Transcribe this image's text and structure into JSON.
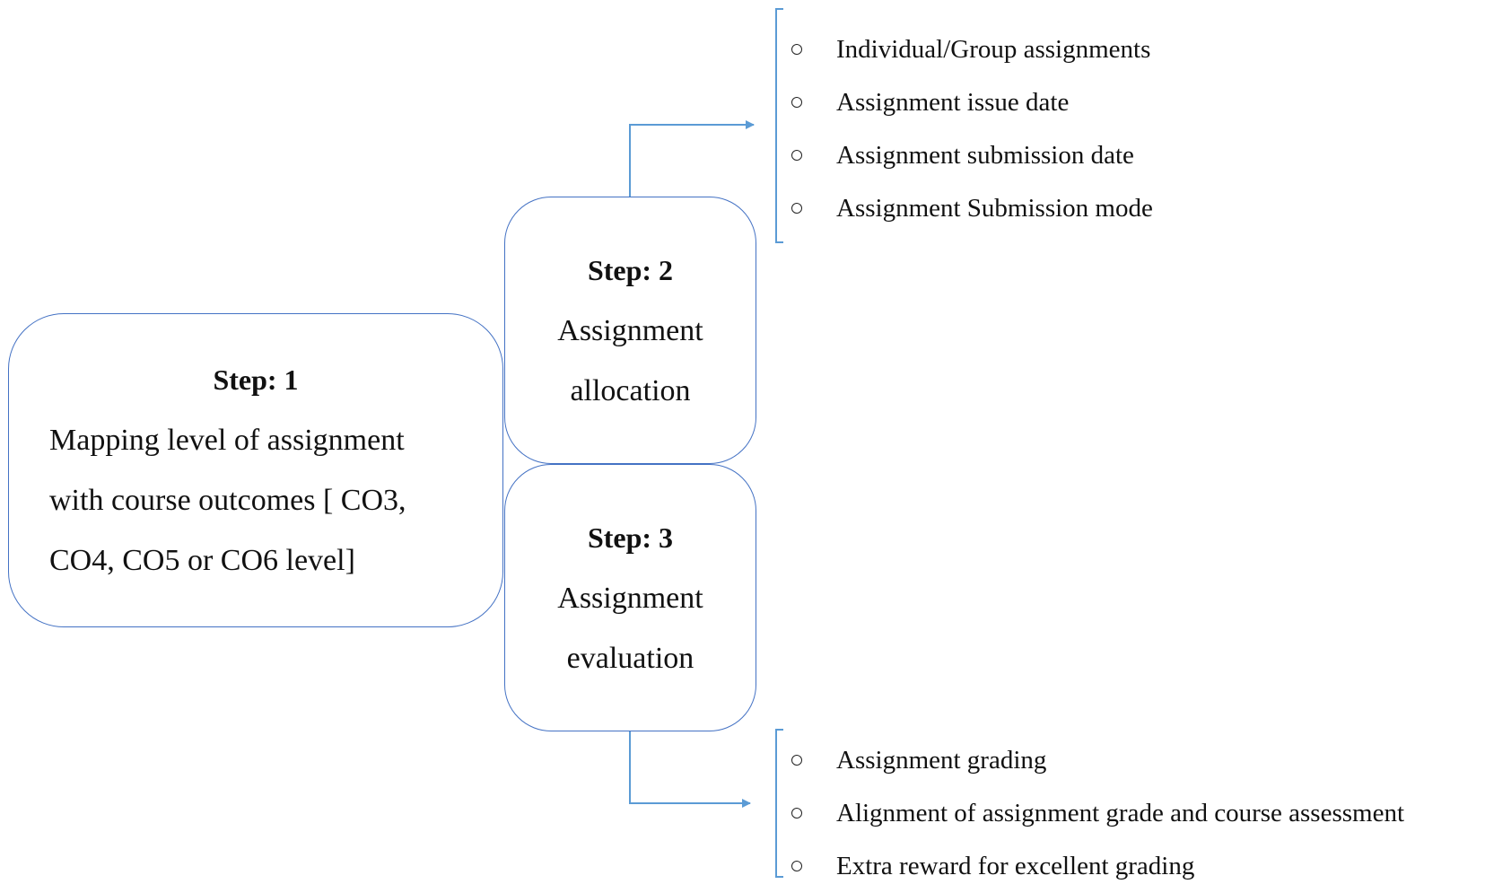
{
  "step1": {
    "title": "Step: 1",
    "body_lines": [
      "Mapping level of assignment",
      "with course outcomes [ CO3,",
      "CO4, CO5 or CO6 level]"
    ]
  },
  "step2": {
    "title": "Step: 2",
    "body_lines": [
      "Assignment",
      "allocation"
    ]
  },
  "step3": {
    "title": "Step: 3",
    "body_lines": [
      "Assignment",
      "evaluation"
    ]
  },
  "allocation_details": [
    "Individual/Group assignments",
    "Assignment issue date",
    "Assignment submission date",
    "Assignment Submission mode"
  ],
  "evaluation_details": [
    "Assignment grading",
    "Alignment of assignment grade and course assessment",
    "Extra reward for excellent grading"
  ],
  "colors": {
    "box_border": "#4472c4",
    "connector": "#5b9bd5",
    "text": "#111111"
  }
}
